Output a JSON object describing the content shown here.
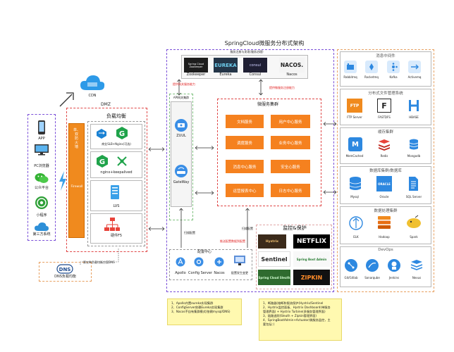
{
  "title": "SpringCloud微服务分布式架构",
  "clients": {
    "app": "APP",
    "pc": "PC浏览器",
    "wechat": "公众平台",
    "mini": "小程序",
    "third": "第三方系统"
  },
  "cdn": "CDN",
  "dmz": "DMZ",
  "firewall": {
    "label": "单、双防火墙",
    "sub": "Firewall"
  },
  "lb": {
    "title": "负载均衡",
    "slb": "商业SLB+Nginx(可选)",
    "nginx": "nginx+keepalived",
    "lvs": "LVS",
    "f5": "硬件F5"
  },
  "dns": {
    "label": "DNS负载均衡",
    "note": "第五种负载均衡方案DNS"
  },
  "registry": {
    "title": "服务注册与发现(服务治理)",
    "items": [
      "Zookeeper",
      "Eureka",
      "Consul",
      "Nacos"
    ],
    "tile_text": {
      "eureka": "EUREKA",
      "nacos": "NACOS.",
      "consul": "consul",
      "zk": "Spring Cloud Zookeeper"
    }
  },
  "side_labels": {
    "gateway_register": "提供网关服务能力",
    "service_register": "提供微服务注册能力",
    "scan_config_left": "扫描配置",
    "scan_config_right": "扫描配置",
    "push_config": "推送配置数据到配置"
  },
  "gateway": {
    "title": "API网关集群",
    "zuul": "ZUUL",
    "gw": "GateWay"
  },
  "microservices": {
    "title": "微服务集群",
    "items": [
      "文档服务",
      "用户中心服务",
      "调度服务",
      "业务中心服务",
      "消息中心服务",
      "安全心服务",
      "运营报表中心",
      "日志中心服务"
    ]
  },
  "config": {
    "title": "配置中心",
    "items": [
      "Apollo",
      "Config Server",
      "Nacos"
    ],
    "change": "配置发生变更"
  },
  "monitor": {
    "title": "监控&保护",
    "tiles": [
      "Hystrix",
      "NETFLIX",
      "Sentinel",
      "Spring Boot Admin",
      "Spring Cloud Sleuth",
      "ZIPKIN"
    ]
  },
  "right": {
    "mq": {
      "title": "消息中间件",
      "items": [
        "Rabbitmq",
        "Rocketmq",
        "Kafka",
        "Activemq"
      ]
    },
    "fs": {
      "title": "分布式文件管理系统",
      "items": [
        "FTP Server",
        "FASTDFS",
        "HBASE"
      ],
      "ftp": "FTP",
      "f": "F"
    },
    "cache": {
      "title": "缓存集群",
      "items": [
        "MemCached",
        "Redis",
        "Mongodb"
      ],
      "m": "M"
    },
    "db": {
      "title": "数据库集群/数据库",
      "items": [
        "Mysql",
        "Oracle",
        "SQL Server"
      ],
      "oracle": "ORACLE"
    },
    "bigdata": {
      "title": "数据处理集群",
      "items": [
        "ELK",
        "Hadoop",
        "Spark"
      ]
    },
    "devops": {
      "title": "DevOps",
      "items": [
        "Git/Gitlab",
        "Sonarqube",
        "Jenkins",
        "Nexus"
      ]
    }
  },
  "note_left": [
    "1、Apollo内置eureka实现集群",
    "2、ConfigServer依赖Eureka实现集群",
    "3、Nacos不自有集群模式(依赖mysql/DNS)"
  ],
  "note_right": [
    "1、断路器(熔断和限流保护(Hystrix/Sentinel",
    "2、Hystrix监控面板、Hystrix Dashboard(单服务",
    "   管理界面) + Hystrix Turbine(多服务管理界面)",
    "3、链路追踪(Sleuth + Zipkin管理界面)",
    "4、SpringBootAdmin+Actuator(微服务监控，主",
    "   要包括：)"
  ]
}
